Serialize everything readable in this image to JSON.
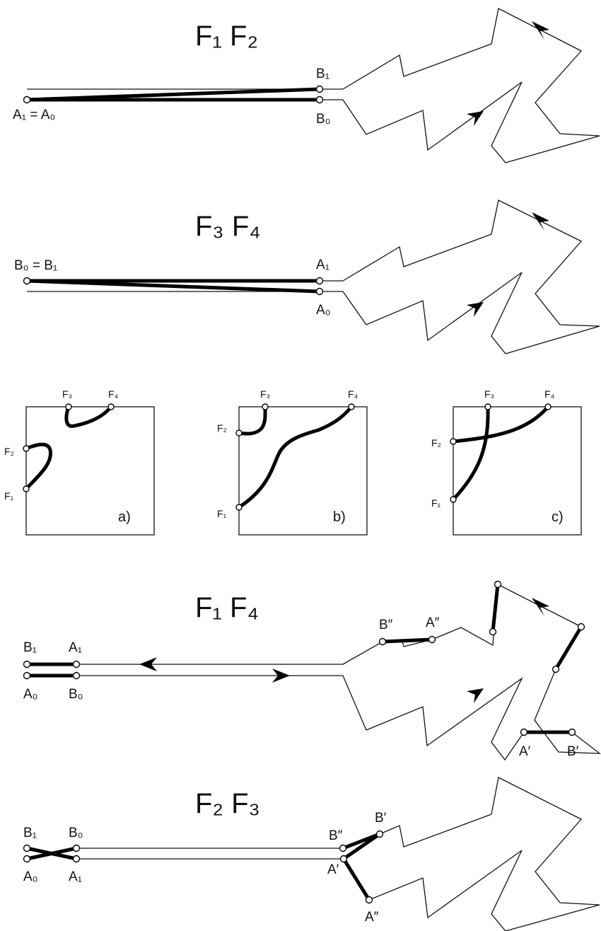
{
  "panel1": {
    "title": "F₁ F₂",
    "labels": {
      "a": "A₁ = A₀",
      "b1": "B₁",
      "b0": "B₀"
    }
  },
  "panel2": {
    "title": "F₃ F₄",
    "labels": {
      "b": "B₀ = B₁",
      "a1": "A₁",
      "a0": "A₀"
    }
  },
  "squares": [
    {
      "tag": "a)",
      "f1": "F₁",
      "f2": "F₂",
      "f3": "F₃",
      "f4": "F₄"
    },
    {
      "tag": "b)",
      "f1": "F₁",
      "f2": "F₂",
      "f3": "F₃",
      "f4": "F₄"
    },
    {
      "tag": "c)",
      "f1": "F₁",
      "f2": "F₂",
      "f3": "F₃",
      "f4": "F₄"
    }
  ],
  "panel4": {
    "title": "F₁ F₄",
    "labels": {
      "b1": "B₁",
      "a1": "A₁",
      "a0": "A₀",
      "b0": "B₀",
      "bpp": "B″",
      "app": "A″",
      "ap": "A′",
      "bp": "B′"
    }
  },
  "panel5": {
    "title": "F₂ F₃",
    "labels": {
      "b1": "B₁",
      "b0": "B₀",
      "a0": "A₀",
      "a1": "A₁",
      "bpp": "B″",
      "bp": "B′",
      "ap": "A′",
      "app": "A″"
    }
  }
}
